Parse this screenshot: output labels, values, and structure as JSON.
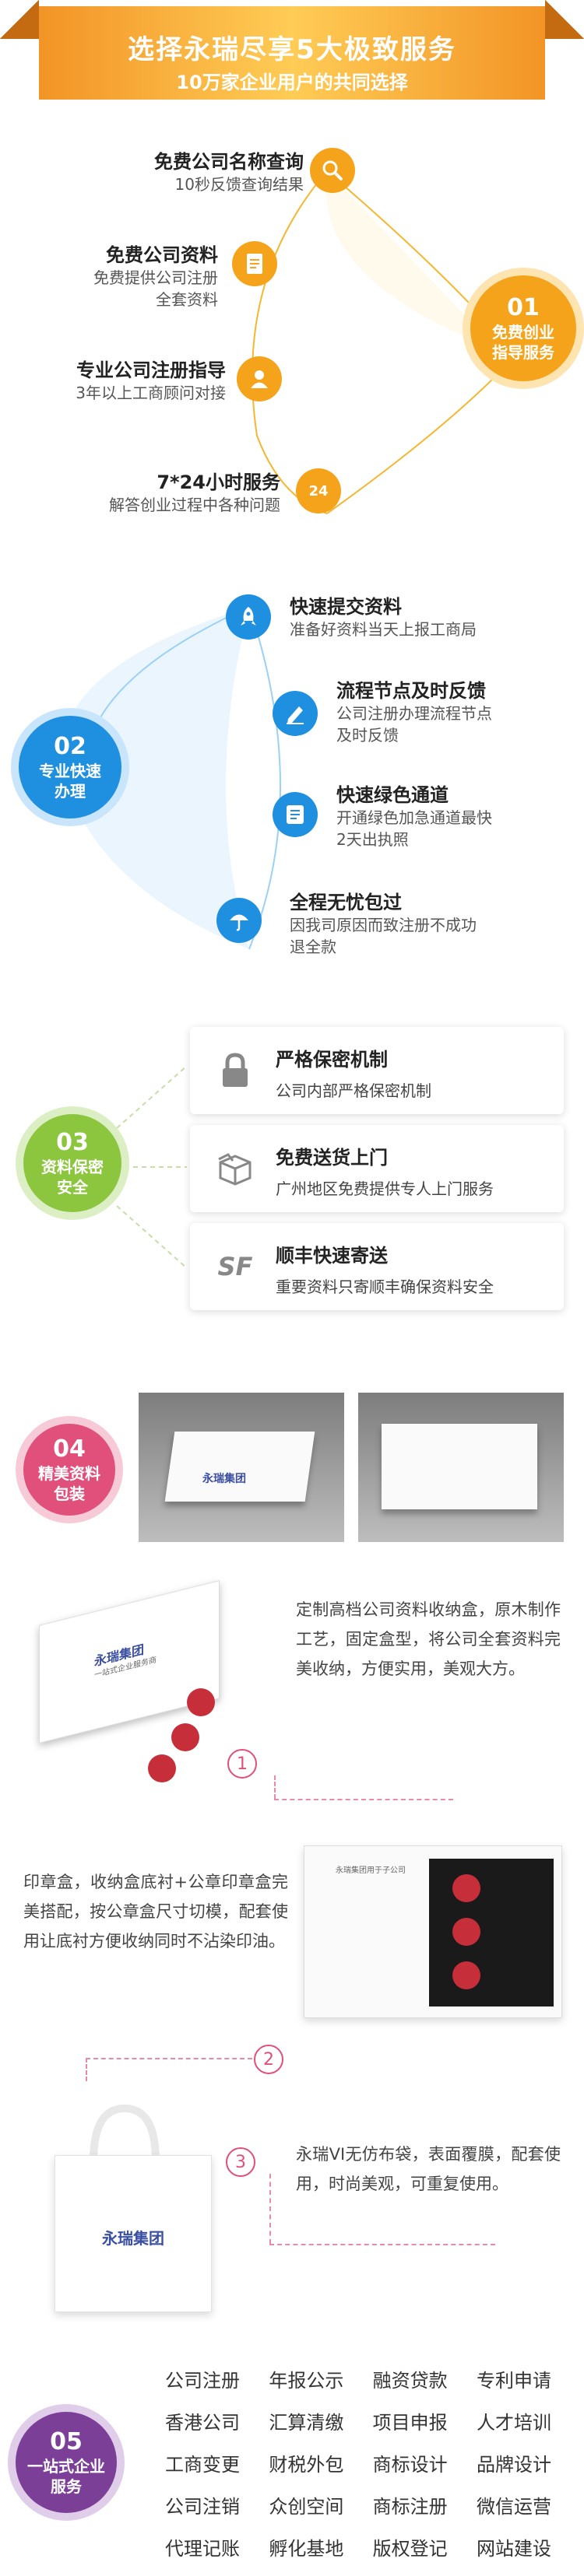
{
  "header": {
    "title": "选择永瑞尽享5大极致服务",
    "subtitle": "10万家企业用户的共同选择"
  },
  "section1": {
    "badge_num": "01",
    "badge_text_1": "免费创业",
    "badge_text_2": "指导服务",
    "items": [
      {
        "title": "免费公司名称查询",
        "desc_1": "10秒反馈查询结果",
        "icon": "search-icon"
      },
      {
        "title": "免费公司资料",
        "desc_1": "免费提供公司注册",
        "desc_2": "全套资料",
        "icon": "document-icon"
      },
      {
        "title": "专业公司注册指导",
        "desc_1": "3年以上工商顾问对接",
        "icon": "user-icon"
      },
      {
        "title": "7*24小时服务",
        "desc_1": "解答创业过程中各种问题",
        "icon": "clock-24-icon",
        "icon_label": "24"
      }
    ]
  },
  "section2": {
    "badge_num": "02",
    "badge_text_1": "专业快速",
    "badge_text_2": "办理",
    "items": [
      {
        "title": "快速提交资料",
        "desc_1": "准备好资料当天上报工商局",
        "icon": "rocket-icon"
      },
      {
        "title": "流程节点及时反馈",
        "desc_1": "公司注册办理流程节点",
        "desc_2": "及时反馈",
        "icon": "edit-icon"
      },
      {
        "title": "快速绿色通道",
        "desc_1": "开通绿色加急通道最快",
        "desc_2": "2天出执照",
        "icon": "list-icon"
      },
      {
        "title": "全程无忧包过",
        "desc_1": "因我司原因而致注册不成功",
        "desc_2": "退全款",
        "icon": "umbrella-icon"
      }
    ]
  },
  "section3": {
    "badge_num": "03",
    "badge_text_1": "资料保密",
    "badge_text_2": "安全",
    "cards": [
      {
        "title": "严格保密机制",
        "desc": "公司内部严格保密机制",
        "icon": "lock-icon"
      },
      {
        "title": "免费送货上门",
        "desc": "广州地区免费提供专人上门服务",
        "icon": "box-icon"
      },
      {
        "title": "顺丰快速寄送",
        "desc": "重要资料只寄顺丰确保资料安全",
        "icon": "sf-express-icon",
        "icon_label": "SF"
      }
    ]
  },
  "section4": {
    "badge_num": "04",
    "badge_text_1": "精美资料",
    "badge_text_2": "包装",
    "box_brand": "永瑞集团",
    "box_slogan": "一站式企业服务商",
    "details": [
      {
        "num": "1",
        "text": "定制高档公司资料收纳盒，原木制作工艺，固定盒型，将公司全套资料完美收纳，方便实用，美观大方。"
      },
      {
        "num": "2",
        "text": "印章盒，收纳盒底衬+公章印章盒完美搭配，按公章盒尺寸切模，配套使用让底衬方便收纳同时不沾染印油。",
        "inner_title": "永瑞集团用于子公司"
      },
      {
        "num": "3",
        "text": "永瑞VI无仿布袋，表面覆膜，配套使用，时尚美观，可重复使用。"
      }
    ]
  },
  "section5": {
    "badge_num": "05",
    "badge_text_1": "一站式企业",
    "badge_text_2": "服务",
    "services": [
      [
        "公司注册",
        "年报公示",
        "融资贷款",
        "专利申请"
      ],
      [
        "香港公司",
        "汇算清缴",
        "项目申报",
        "人才培训"
      ],
      [
        "工商变更",
        "财税外包",
        "商标设计",
        "品牌设计"
      ],
      [
        "公司注销",
        "众创空间",
        "商标注册",
        "微信运营"
      ],
      [
        "代理记账",
        "孵化基地",
        "版权登记",
        "网站建设"
      ]
    ]
  },
  "colors": {
    "orange": "#f5a31b",
    "blue": "#1f8fe0",
    "green": "#8cc63f",
    "pink": "#e0507a",
    "purple": "#7b3f98"
  }
}
